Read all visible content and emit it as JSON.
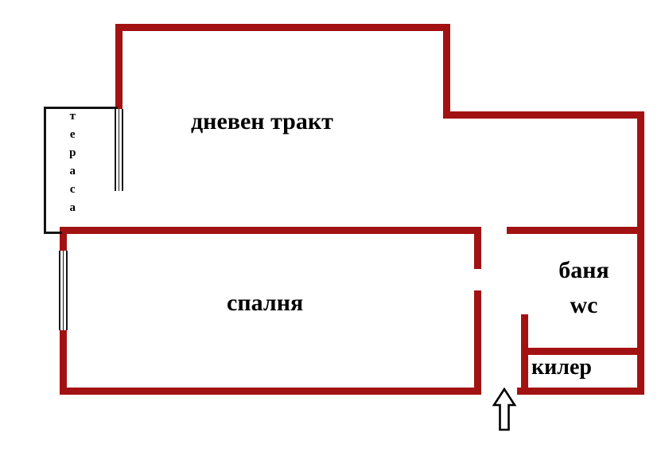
{
  "rooms": {
    "living": {
      "label": "дневен тракт"
    },
    "bedroom": {
      "label": "спалня"
    },
    "bathroom": {
      "line1": "баня",
      "line2": "wc"
    },
    "closet": {
      "label": "килер"
    },
    "terrace": {
      "label": "тераса"
    }
  },
  "colors": {
    "wall": "#a31212",
    "terrace_outline": "#141414",
    "background": "#ffffff",
    "label_text": "#000000",
    "arrow_outline": "#000000",
    "arrow_fill": "#ffffff"
  },
  "icons": {
    "entrance_arrow": "up-block-arrow"
  }
}
